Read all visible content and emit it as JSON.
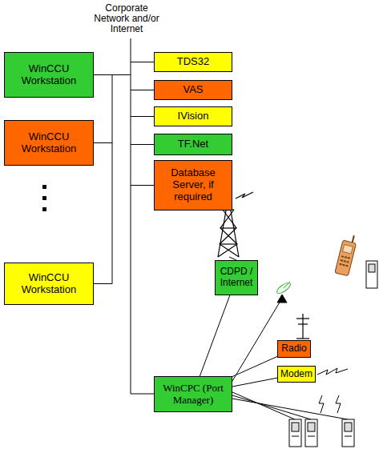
{
  "diagram": {
    "nodes": [
      {
        "text": [
          "WinCCU Workstation"
        ]
      },
      {
        "text": [
          "TDS32"
        ]
      },
      {
        "text": [
          "WinCCU Workstation"
        ]
      },
      {
        "text": [
          "VAS"
        ]
      },
      {
        "text": [
          "IVision"
        ]
      },
      {
        "text": [
          "TF.Net"
        ]
      },
      {
        "text": [
          "Database Server, if required"
        ]
      },
      {
        "text": [
          "WinCCU Workstation"
        ]
      },
      {
        "text": [
          "CDPD / Internet"
        ]
      },
      {
        "text": [
          "Radio"
        ]
      },
      {
        "text": [
          "WinCPC (Port Manager)"
        ]
      },
      {
        "text": [
          "Modem"
        ]
      }
    ],
    "edges": [
      {
        "from": 10,
        "to": 8,
        "arrow": "none"
      },
      {
        "from": 10,
        "to": 9,
        "arrow": "none"
      },
      {
        "from": 10,
        "to": 11,
        "arrow": "none"
      }
    ],
    "labels": [
      "Corporate Network and/or Internet"
    ]
  }
}
